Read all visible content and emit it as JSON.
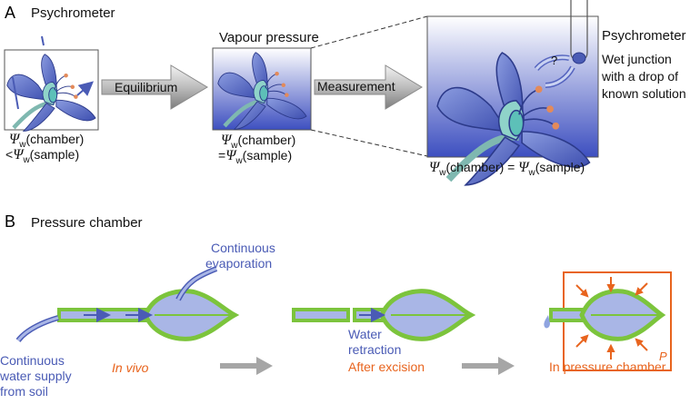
{
  "panel_a": {
    "letter": "A",
    "title": "Psychrometer",
    "arrow1_label": "Equilibrium",
    "arrow2_label": "Measurement",
    "vapour_label": "Vapour pressure",
    "question_mark": "?",
    "psychrometer_label": "Psychrometer",
    "wet_junction_lines": [
      "Wet junction",
      "with a drop of",
      "known solution"
    ],
    "psi_symbol": "Ψ",
    "psi_sub": "w",
    "chamber": "(chamber)",
    "sample": "(sample)",
    "less_than": "<",
    "equals": "=",
    "equals_spaced": " = "
  },
  "panel_b": {
    "letter": "B",
    "title": "Pressure chamber",
    "continuous_evaporation": [
      "Continuous",
      "evaporation"
    ],
    "continuous_supply": [
      "Continuous",
      "water supply",
      "from soil"
    ],
    "in_vivo": "In vivo",
    "water_retraction": [
      "Water",
      "retraction"
    ],
    "after_excision": "After excision",
    "in_pressure_chamber": "In pressure chamber",
    "pressure_symbol": "P"
  },
  "colors": {
    "blue": "#4a5bb5",
    "light_blue": "#a9b6e6",
    "green": "#7cc43c",
    "orange": "#e8641e",
    "gray_arrow": "#a6a6a6"
  }
}
